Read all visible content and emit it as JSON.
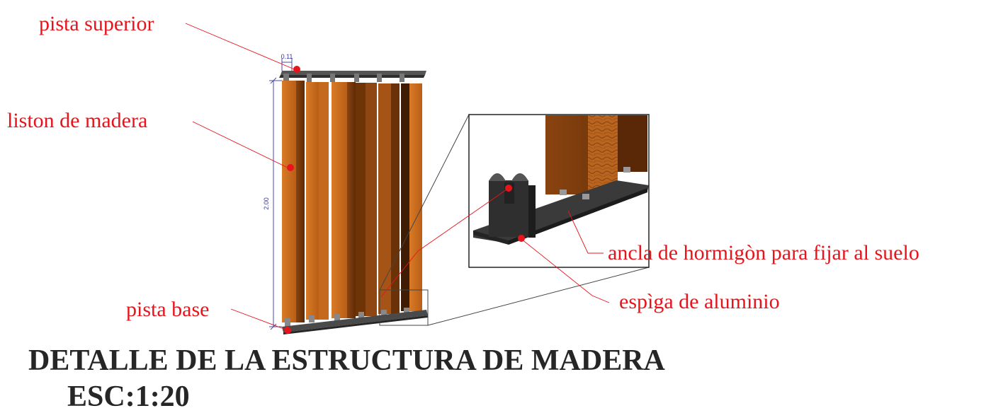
{
  "labels": {
    "top_track": "pista superior",
    "wood_slat": "liston de madera",
    "base_track": "pista base",
    "anchor": "ancla de hormigòn para fijar al suelo",
    "spigot": "espìga de aluminio"
  },
  "dimensions": {
    "slat_width": "0.11",
    "height": "2.00"
  },
  "title": {
    "main": "DETALLE DE LA ESTRUCTURA DE MADERA",
    "scale": "ESC:1:20"
  },
  "colors": {
    "label_red": "#e8141b",
    "wood_light": "#c0661a",
    "wood_dark": "#6e3408",
    "metal_dark": "#3c3c3c",
    "title_text": "#262626"
  }
}
